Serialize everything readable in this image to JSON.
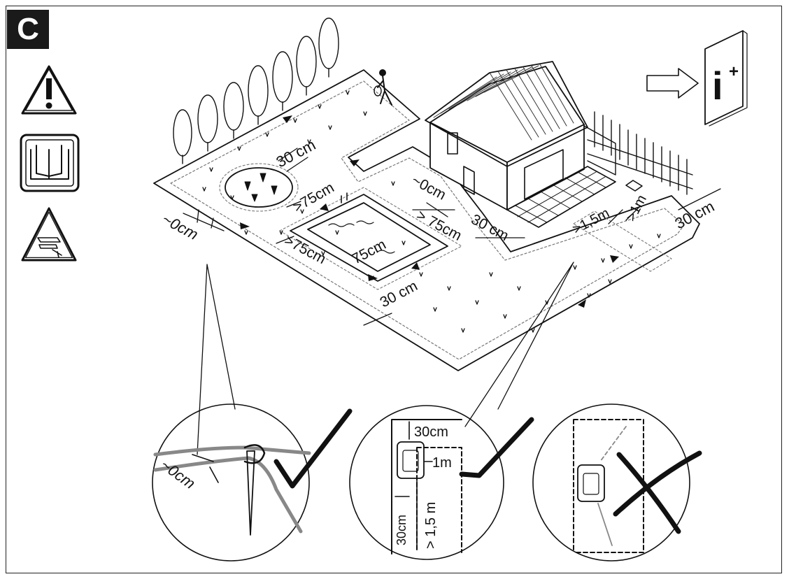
{
  "badge": "C",
  "labels": {
    "zero_left": "~0cm",
    "zero_house": "~0cm",
    "thirty_top": "30 cm",
    "gt75_flowers": ">75cm",
    "gt75_left": ">75cm",
    "gt75_right": "> 75cm",
    "pool_75": "75cm",
    "thirty_pool": "30 cm",
    "thirty_house": "30 cm",
    "gt15m": ">1,5m",
    "gt1m": ">1m",
    "thirty_right": "30 cm"
  },
  "detail1": {
    "zero": "~0cm"
  },
  "detail2": {
    "top": "30cm",
    "side": "1m",
    "left": "30cm",
    "down": "> 1,5 m"
  },
  "info": {
    "letter": "i",
    "plus": "+"
  },
  "colors": {
    "ink": "#111111",
    "wire_gray": "#888888"
  }
}
